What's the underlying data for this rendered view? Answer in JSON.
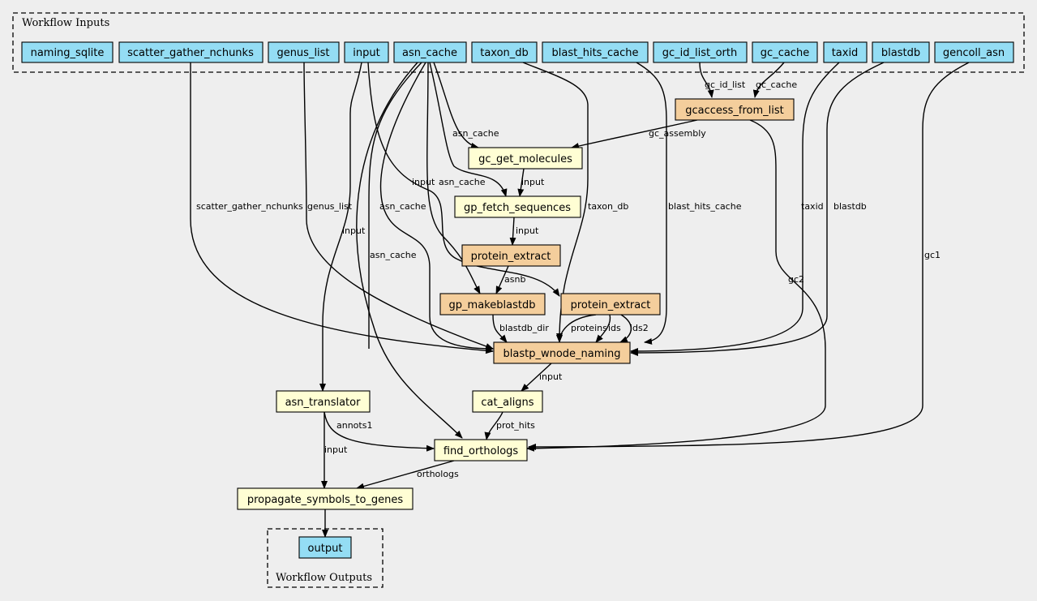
{
  "clusters": {
    "inputs_label": "Workflow Inputs",
    "outputs_label": "Workflow Outputs"
  },
  "nodes": {
    "naming_sqlite": "naming_sqlite",
    "scatter_gather_nchunks": "scatter_gather_nchunks",
    "genus_list": "genus_list",
    "input": "input",
    "asn_cache": "asn_cache",
    "taxon_db": "taxon_db",
    "blast_hits_cache": "blast_hits_cache",
    "gc_id_list_orth": "gc_id_list_orth",
    "gc_cache": "gc_cache",
    "taxid": "taxid",
    "blastdb": "blastdb",
    "gencoll_asn": "gencoll_asn",
    "gcaccess_from_list": "gcaccess_from_list",
    "gc_get_molecules": "gc_get_molecules",
    "gp_fetch_sequences": "gp_fetch_sequences",
    "protein_extract_1": "protein_extract",
    "gp_makeblastdb": "gp_makeblastdb",
    "protein_extract_2": "protein_extract",
    "blastp_wnode_naming": "blastp_wnode_naming",
    "asn_translator": "asn_translator",
    "cat_aligns": "cat_aligns",
    "find_orthologs": "find_orthologs",
    "propagate_symbols_to_genes": "propagate_symbols_to_genes",
    "output": "output"
  },
  "edge_labels": {
    "gc_id_list": "gc_id_list",
    "gc_cache": "gc_cache",
    "gc_assembly": "gc_assembly",
    "asn_cache_1": "asn_cache",
    "input_1": "input",
    "input_2": "input",
    "asn_cache_2": "asn_cache",
    "scatter_gather_nchunks": "scatter_gather_nchunks",
    "genus_list": "genus_list",
    "asn_cache_3": "asn_cache",
    "taxon_db": "taxon_db",
    "blast_hits_cache": "blast_hits_cache",
    "taxid": "taxid",
    "blastdb": "blastdb",
    "input_3": "input",
    "input_4": "input",
    "asn_cache_4": "asn_cache",
    "gc1": "gc1",
    "gc2": "gc2",
    "asnb": "asnb",
    "blastdb_dir": "blastdb_dir",
    "proteins": "proteins",
    "ids": "ids",
    "ids2": "ids2",
    "input_5": "input",
    "annots1": "annots1",
    "prot_hits": "prot_hits",
    "input_6": "input",
    "orthologs": "orthologs"
  }
}
